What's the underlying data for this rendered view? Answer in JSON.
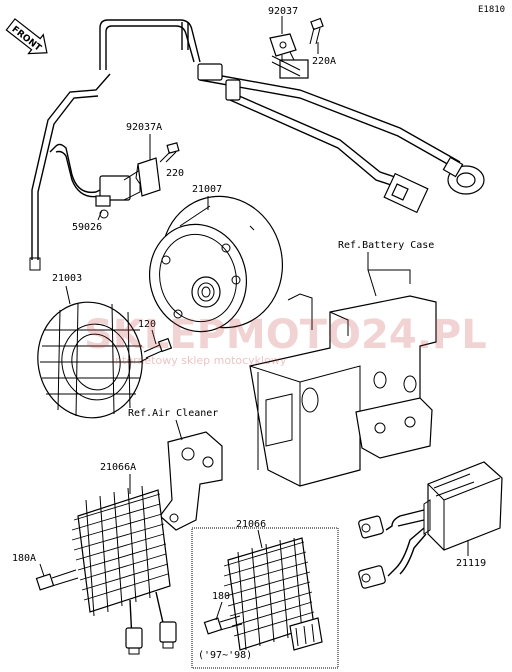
{
  "diagram_code": "E1810",
  "front_arrow_label": "FRONT",
  "watermark": {
    "main": "SKLEPMOTO24.PL",
    "sub": "internetowy sklep motocyklowy"
  },
  "parts": {
    "p92037": "92037",
    "p220A": "220A",
    "p92037A": "92037A",
    "p220": "220",
    "p21007": "21007",
    "p59026": "59026",
    "p21003": "21003",
    "p120": "120",
    "ref_battery": "Ref.Battery Case",
    "ref_air": "Ref.Air Cleaner",
    "p21066A": "21066A",
    "p21066": "21066",
    "p180A": "180A",
    "p180": "180",
    "p21119": "21119",
    "years": "('97~'98)"
  }
}
